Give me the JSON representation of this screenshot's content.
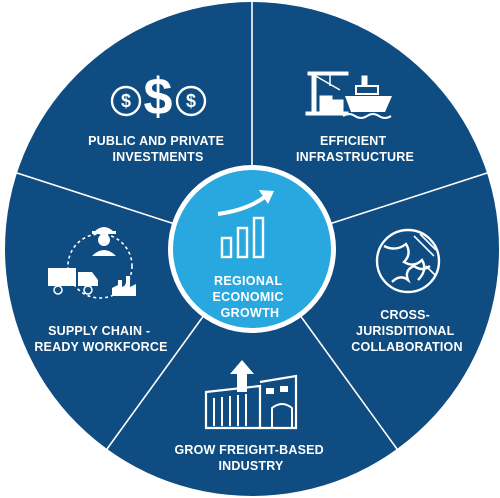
{
  "colors": {
    "segment_fill": "#0f4c81",
    "divider": "#ffffff",
    "center_fill": "#29a8df",
    "center_ring": "#ffffff",
    "text": "#ffffff"
  },
  "center": {
    "icon": "growth-chart-icon",
    "lines": [
      "REGIONAL",
      "ECONOMIC",
      "GROWTH"
    ]
  },
  "segments": [
    {
      "id": "investments",
      "icon": "dollar-coins-icon",
      "lines": [
        "PUBLIC AND PRIVATE",
        "INVESTMENTS"
      ]
    },
    {
      "id": "infrastructure",
      "icon": "port-crane-ship-icon",
      "lines": [
        "EFFICIENT",
        "INFRASTRUCTURE"
      ]
    },
    {
      "id": "collaboration",
      "icon": "puzzle-globe-icon",
      "lines": [
        "CROSS-",
        "JURISDITIONAL",
        "COLLABORATION"
      ]
    },
    {
      "id": "freight",
      "icon": "warehouse-growth-icon",
      "lines": [
        "GROW FREIGHT-BASED",
        "INDUSTRY"
      ]
    },
    {
      "id": "workforce",
      "icon": "worker-truck-factory-icon",
      "lines": [
        "SUPPLY CHAIN -",
        "READY WORKFORCE"
      ]
    }
  ]
}
